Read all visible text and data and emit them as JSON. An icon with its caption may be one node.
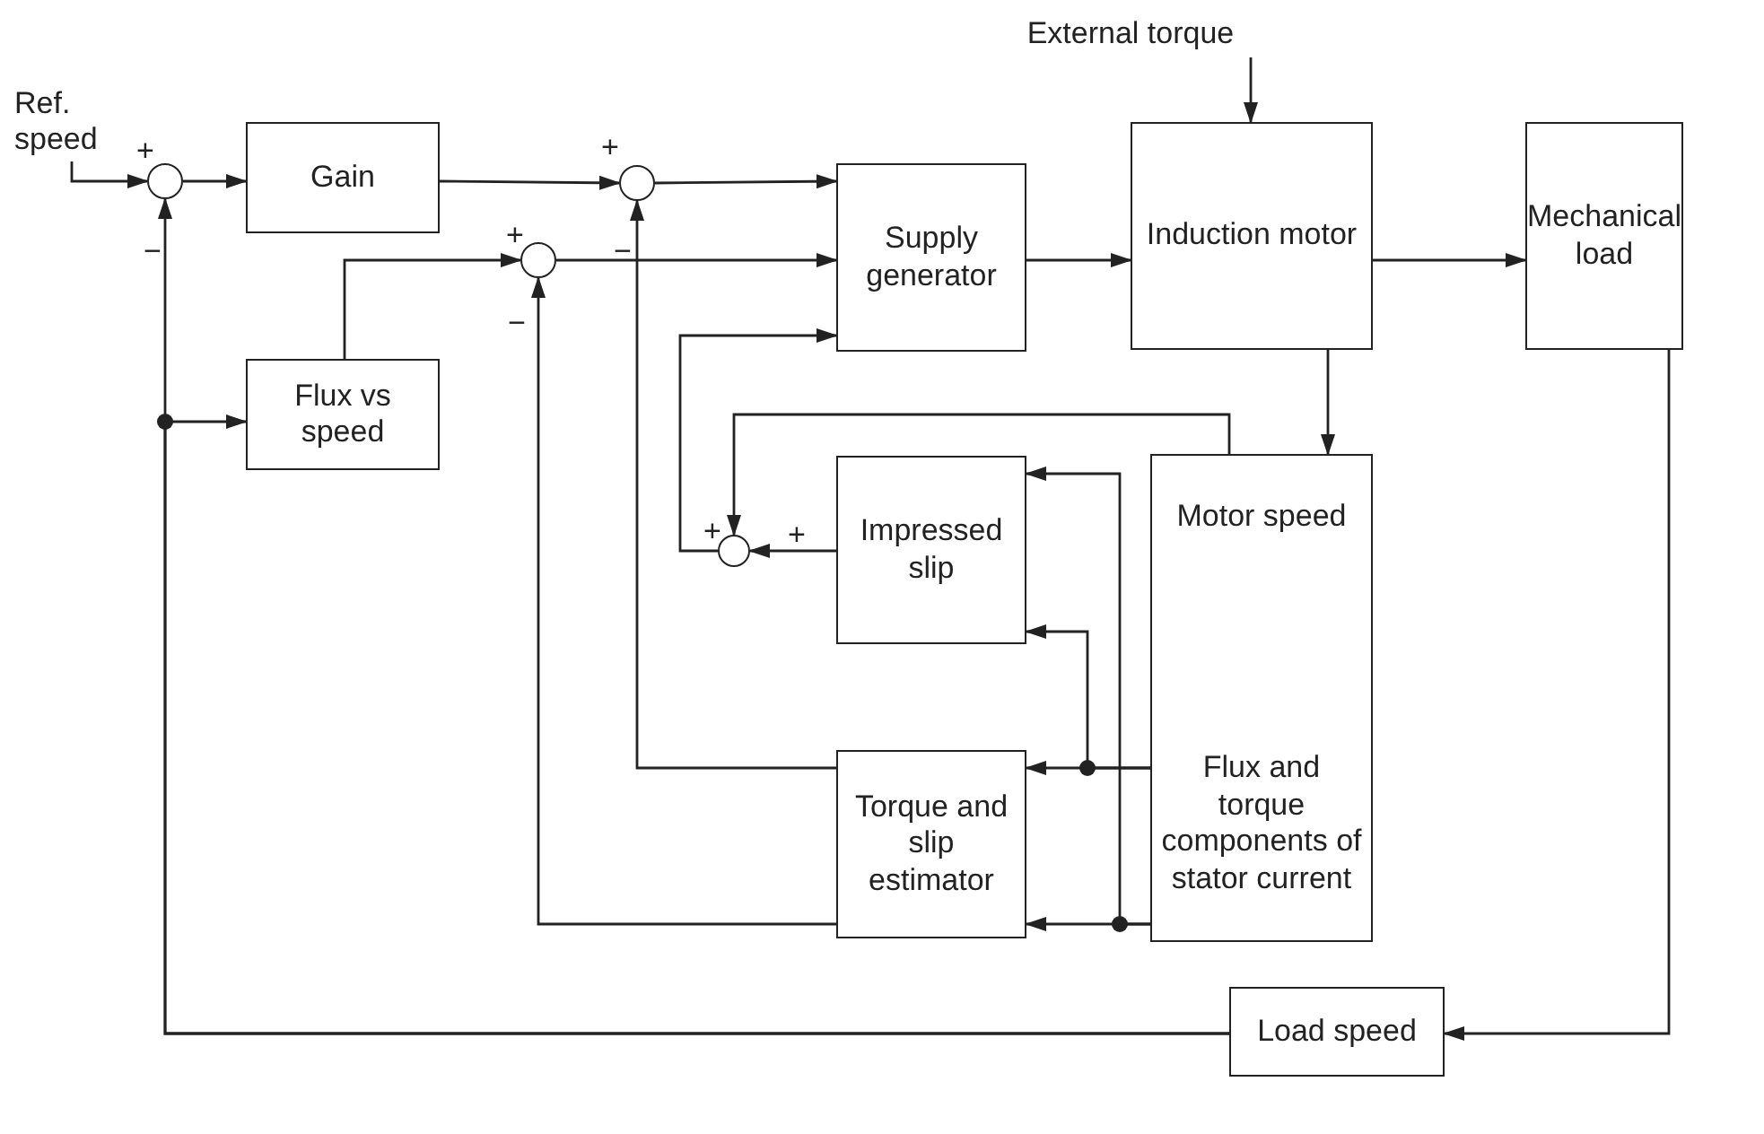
{
  "diagram": {
    "nodes": [
      {
        "text": [
          "Ref. speed"
        ]
      },
      {
        "text": [],
        "shape": "circle"
      },
      {
        "text": [
          "Gain"
        ]
      },
      {
        "text": [],
        "shape": "circle"
      },
      {
        "text": [],
        "shape": "circle"
      },
      {
        "text": [
          "Supply generator"
        ]
      },
      {
        "text": [
          "External torque"
        ]
      },
      {
        "text": [
          "Induction motor"
        ]
      },
      {
        "text": [
          "Mechanical load"
        ]
      },
      {
        "text": [
          "Flux vs speed"
        ]
      },
      {
        "text": [
          "Impressed slip"
        ]
      },
      {
        "text": [],
        "shape": "circle"
      },
      {
        "text": [
          "Motor speed",
          "Flux and torque components of stator current"
        ]
      },
      {
        "text": [
          "Torque and slip estimator"
        ]
      },
      {
        "text": [
          "Load speed"
        ]
      }
    ],
    "edges": [
      {
        "from": 0,
        "to": 1,
        "arrow": "to"
      },
      {
        "from": 1,
        "to": 2,
        "arrow": "to"
      },
      {
        "from": 2,
        "to": 3,
        "arrow": "to"
      },
      {
        "from": 3,
        "to": 5,
        "arrow": "to"
      },
      {
        "from": 9,
        "to": 4,
        "arrow": "to"
      },
      {
        "from": 4,
        "to": 5,
        "arrow": "to"
      },
      {
        "from": 11,
        "to": 5,
        "arrow": "to"
      },
      {
        "from": 5,
        "to": 7,
        "arrow": "to"
      },
      {
        "from": 6,
        "to": 7,
        "arrow": "to"
      },
      {
        "from": 7,
        "to": 8,
        "arrow": "to"
      },
      {
        "from": 7,
        "to": 12,
        "arrow": "to"
      },
      {
        "from": 8,
        "to": 14,
        "arrow": "to"
      },
      {
        "from": 14,
        "to": 1,
        "arrow": "to"
      },
      {
        "from": 14,
        "to": 9,
        "arrow": "to"
      },
      {
        "from": 12,
        "to": 11,
        "arrow": "to"
      },
      {
        "from": 10,
        "to": 11,
        "arrow": "to"
      },
      {
        "from": 12,
        "to": 13,
        "arrow": "to"
      },
      {
        "from": 12,
        "to": 10,
        "arrow": "to"
      },
      {
        "from": 12,
        "to": 10,
        "arrow": "to"
      },
      {
        "from": 12,
        "to": 13,
        "arrow": "to"
      },
      {
        "from": 13,
        "to": 3,
        "arrow": "to"
      },
      {
        "from": 13,
        "to": 4,
        "arrow": "to"
      }
    ],
    "labels": [
      "+",
      "−",
      "+",
      "−",
      "+",
      "−",
      "+",
      "+"
    ]
  }
}
